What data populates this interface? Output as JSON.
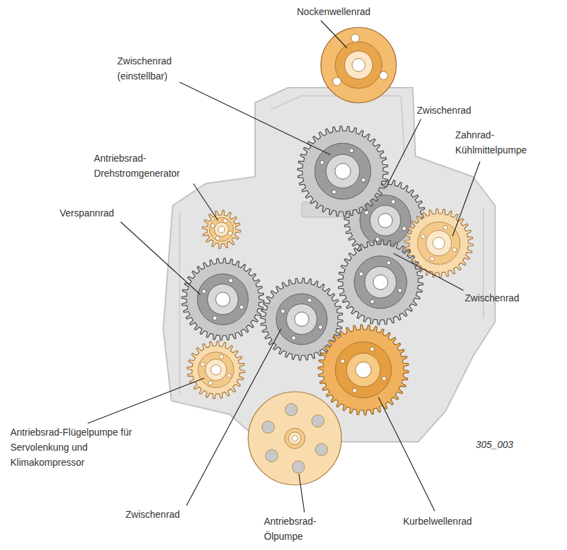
{
  "diagram": {
    "labels": [
      "Nockenwellenrad",
      "Zwischenrad (einstellbar)",
      "Zwischenrad",
      "Antriebsrad- Drehstromgenerator",
      "Zahnrad- Kühlmittelpumpe",
      "Verspannrad",
      "Zwischenrad",
      "Antriebsrad-Flügelpumpe für Servolenkung und Klimakompressor",
      "305_003",
      "Zwischenrad",
      "Antriebsrad- Ölpumpe",
      "Kurbelwellenrad"
    ]
  }
}
